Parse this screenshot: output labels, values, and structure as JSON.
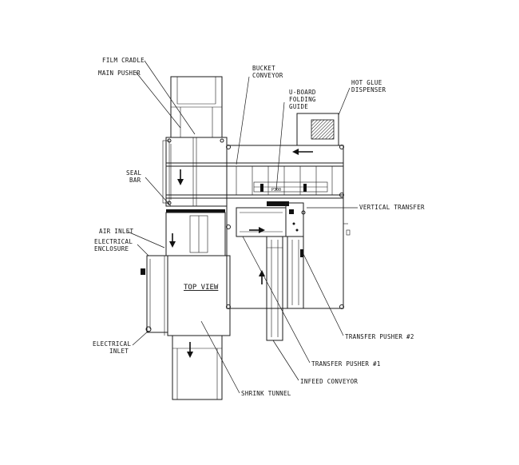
{
  "labels": {
    "film_cradle": "FILM CRADLE",
    "main_pusher": "MAIN PUSHER",
    "bucket_conveyor_1": "BUCKET",
    "bucket_conveyor_2": "CONVEYOR",
    "uboard_1": "U-BOARD",
    "uboard_2": "FOLDING",
    "uboard_3": "GUIDE",
    "hot_glue_1": "HOT GLUE",
    "hot_glue_2": "DISPENSER",
    "seal_bar_1": "SEAL",
    "seal_bar_2": "BAR",
    "vertical_transfer": "VERTICAL TRANSFER",
    "air_inlet": "AIR INLET",
    "electrical_enclosure_1": "ELECTRICAL",
    "electrical_enclosure_2": "ENCLOSURE",
    "top_view": "TOP VIEW",
    "electrical_inlet_1": "ELECTRICAL",
    "electrical_inlet_2": "INLET",
    "transfer_pusher_2": "TRANSFER PUSHER #2",
    "transfer_pusher_1": "TRANSFER PUSHER #1",
    "infeed_conveyor": "INFEED CONVEYOR",
    "shrink_tunnel": "SHRINK TUNNEL",
    "small_mark": "P300"
  }
}
